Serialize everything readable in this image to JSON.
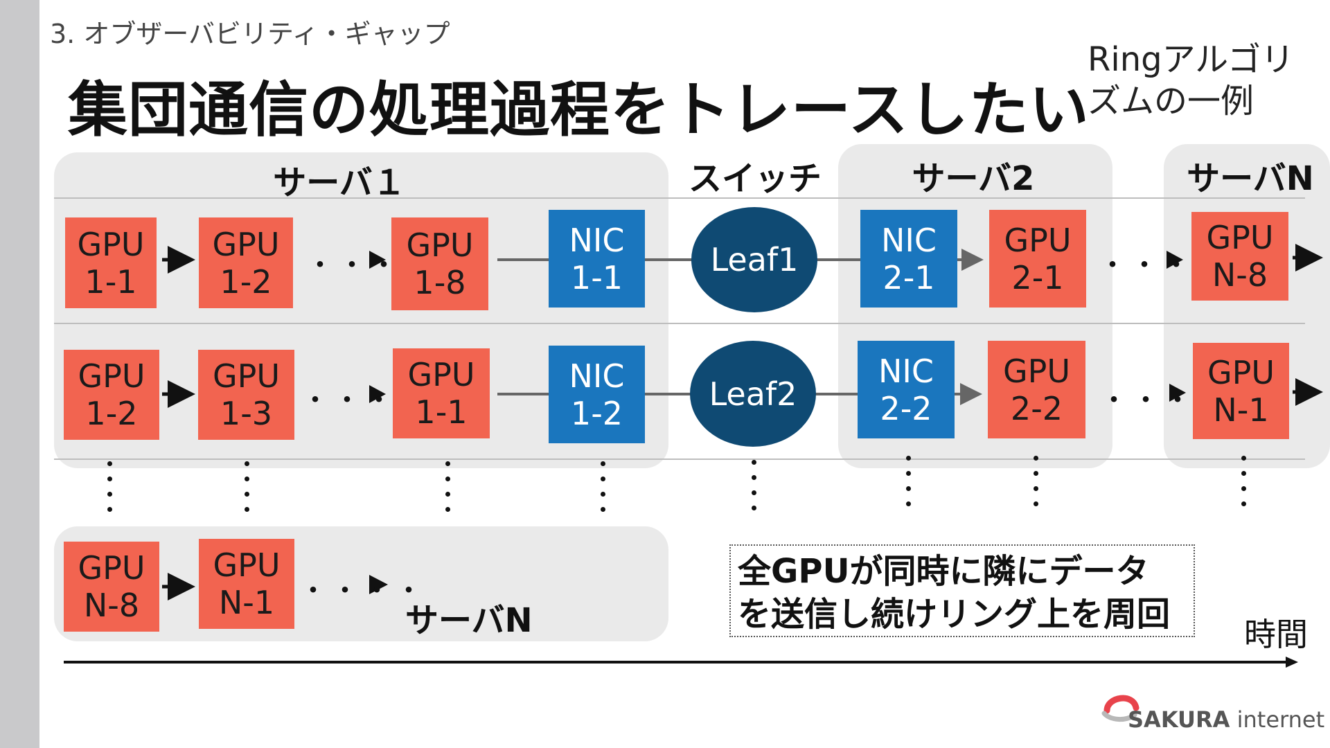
{
  "slide": {
    "section_title": "3. オブザーバビリティ・ギャップ",
    "title": "集団通信の処理過程をトレースしたい",
    "side_note": "Ringアルゴリズムの一例",
    "note": "全GPUが同時に隣にデータ\nを送信し続けリング上を周回",
    "time_label": "時間",
    "logo": {
      "brand": "SAKURA",
      "suffix": " internet"
    }
  },
  "columns": {
    "server1": "サーバ１",
    "switch": "スイッチ",
    "server2": "サーバ2",
    "serverN": "サーバN"
  },
  "rows": [
    {
      "server1_gpus": [
        "GPU\n1-1",
        "GPU\n1-2",
        "GPU\n1-8"
      ],
      "nic1": "NIC\n1-1",
      "leaf": "Leaf1",
      "nic2": "NIC\n2-1",
      "server2_gpu": "GPU\n2-1",
      "serverN_gpu": "GPU\nN-8"
    },
    {
      "server1_gpus": [
        "GPU\n1-2",
        "GPU\n1-3",
        "GPU\n1-1"
      ],
      "nic1": "NIC\n1-2",
      "leaf": "Leaf2",
      "nic2": "NIC\n2-2",
      "server2_gpu": "GPU\n2-2",
      "serverN_gpu": "GPU\nN-1"
    }
  ],
  "bottom_row": {
    "gpus": [
      "GPU\nN-8",
      "GPU\nN-1"
    ],
    "label": "サーバN"
  },
  "ellipsis": "・・・・",
  "colors": {
    "gpu": "#f26450",
    "nic": "#1a76be",
    "leaf": "#0f4a73",
    "panel": "#eaeaea",
    "sidebar": "#c9c9cb"
  }
}
